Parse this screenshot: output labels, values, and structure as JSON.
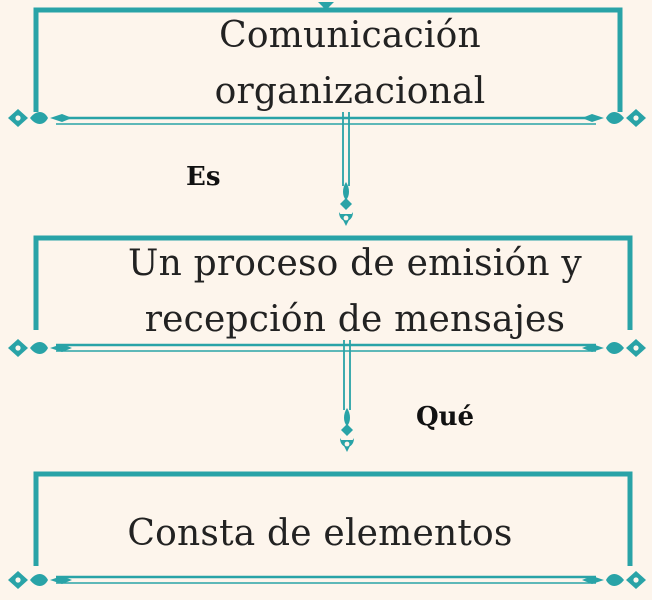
{
  "boxes": [
    {
      "line1": "Comunicación",
      "line2": "organizacional"
    },
    {
      "line1": "Un proceso de emisión y",
      "line2": "recepción de mensajes"
    },
    {
      "line1": "Consta de elementos",
      "line2": ""
    }
  ],
  "connectors": [
    {
      "label": "Es"
    },
    {
      "label": "Qué"
    }
  ],
  "colors": {
    "accent": "#29a3a7",
    "background": "#fdf5ec",
    "text": "#222222"
  }
}
